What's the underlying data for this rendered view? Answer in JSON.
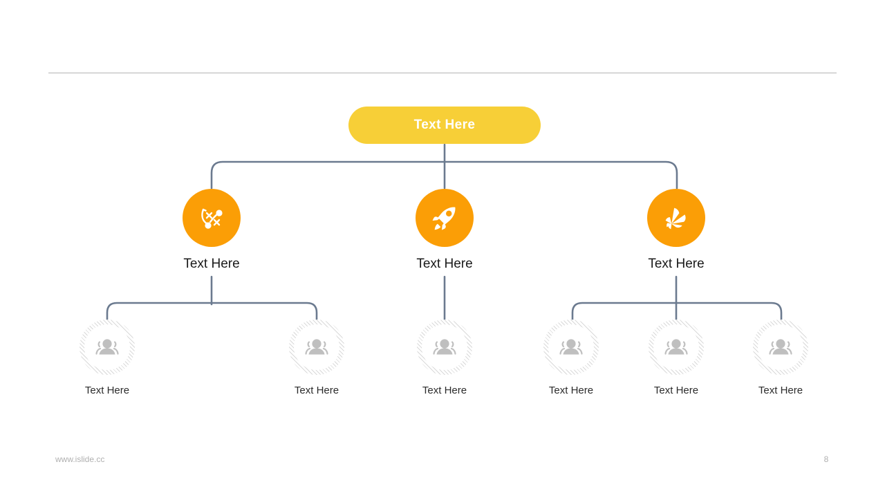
{
  "slide": {
    "page_number": "8",
    "website": "www.islide.cc",
    "colors": {
      "root_fill": "#f7cf37",
      "branch_fill": "#fb9e06",
      "connector": "#6b7a8f",
      "ring_hatch": "#d9d9d9",
      "people_icon": "#bfbfbf",
      "divider": "#b3b3b3"
    }
  },
  "root": {
    "label": "Text Here"
  },
  "level2": [
    {
      "label": "Text Here",
      "icon": "strategy-icon"
    },
    {
      "label": "Text Here",
      "icon": "rocket-icon"
    },
    {
      "label": "Text Here",
      "icon": "pinwheel-icon"
    }
  ],
  "level3": [
    {
      "label": "Text Here",
      "icon": "people-icon"
    },
    {
      "label": "Text Here",
      "icon": "people-icon"
    },
    {
      "label": "Text Here",
      "icon": "people-icon"
    },
    {
      "label": "Text Here",
      "icon": "people-icon"
    },
    {
      "label": "Text Here",
      "icon": "people-icon"
    },
    {
      "label": "Text Here",
      "icon": "people-icon"
    }
  ]
}
